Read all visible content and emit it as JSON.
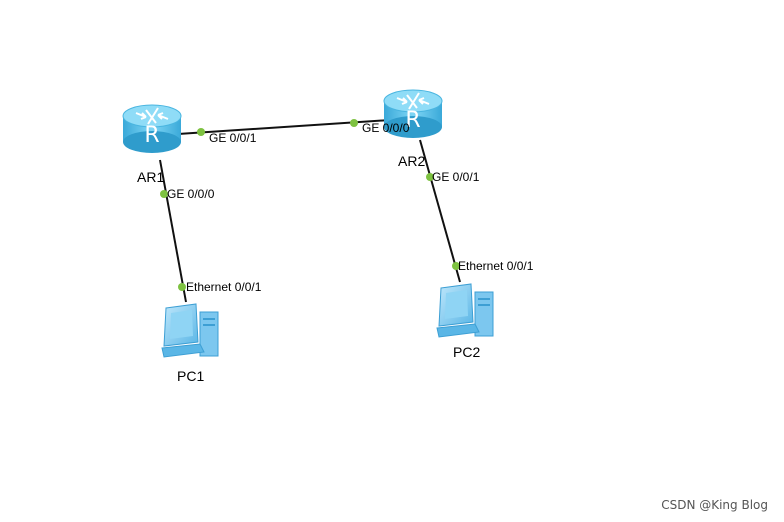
{
  "devices": {
    "ar1": {
      "name": "AR1"
    },
    "ar2": {
      "name": "AR2"
    },
    "pc1": {
      "name": "PC1"
    },
    "pc2": {
      "name": "PC2"
    }
  },
  "links": {
    "ar1_ar2": {
      "end_a": "GE 0/0/1",
      "end_b": "GE 0/0/0"
    },
    "ar1_pc1": {
      "end_a": "GE 0/0/0",
      "end_b": "Ethernet 0/0/1"
    },
    "ar2_pc2": {
      "end_a": "GE 0/0/1",
      "end_b": "Ethernet 0/0/1"
    }
  },
  "colors": {
    "port_dot": "#7ec241",
    "link": "#111111",
    "router": "#5cc5ea",
    "pc": "#68c2ee"
  },
  "watermark": "CSDN @King Blog"
}
